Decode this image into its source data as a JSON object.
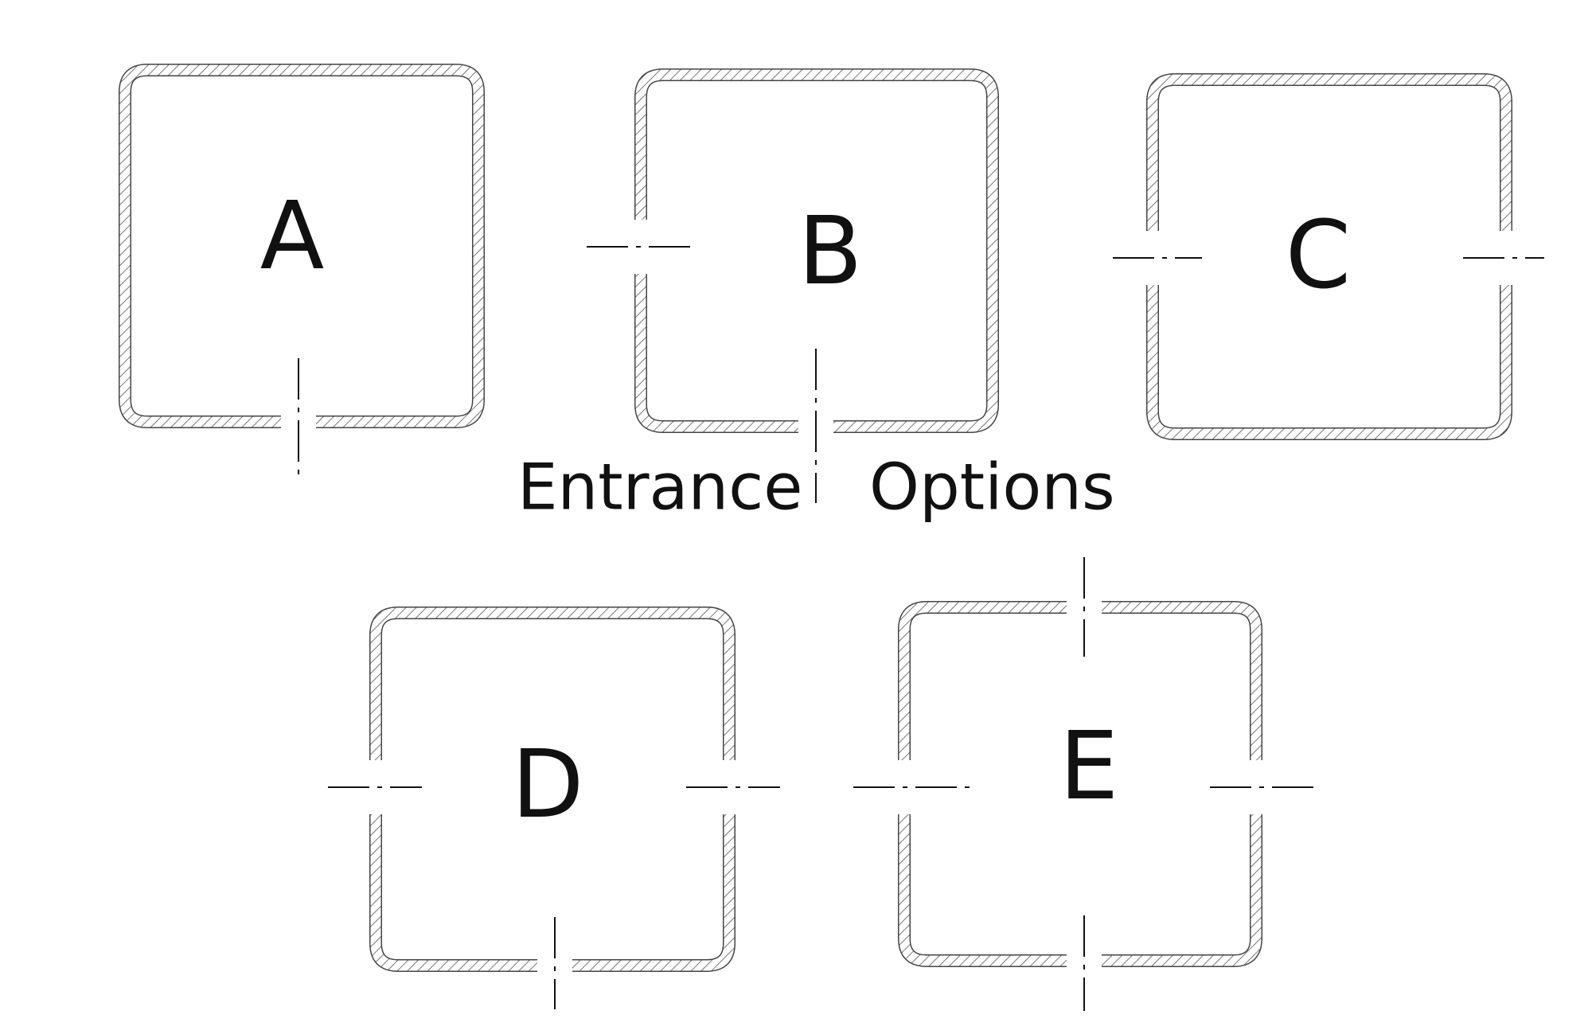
{
  "caption": {
    "word_left": "Entrance",
    "word_right": "Options"
  },
  "rooms": [
    {
      "id": "a",
      "letter": "A",
      "entrances": [
        "bottom"
      ]
    },
    {
      "id": "b",
      "letter": "B",
      "entrances": [
        "left",
        "bottom"
      ]
    },
    {
      "id": "c",
      "letter": "C",
      "entrances": [
        "left",
        "right"
      ]
    },
    {
      "id": "d",
      "letter": "D",
      "entrances": [
        "left",
        "right",
        "bottom"
      ]
    },
    {
      "id": "e",
      "letter": "E",
      "entrances": [
        "left",
        "right",
        "top",
        "bottom"
      ]
    }
  ],
  "colors": {
    "outline": "#444444",
    "hatch": "#555555",
    "text": "#111111",
    "background": "#ffffff"
  }
}
